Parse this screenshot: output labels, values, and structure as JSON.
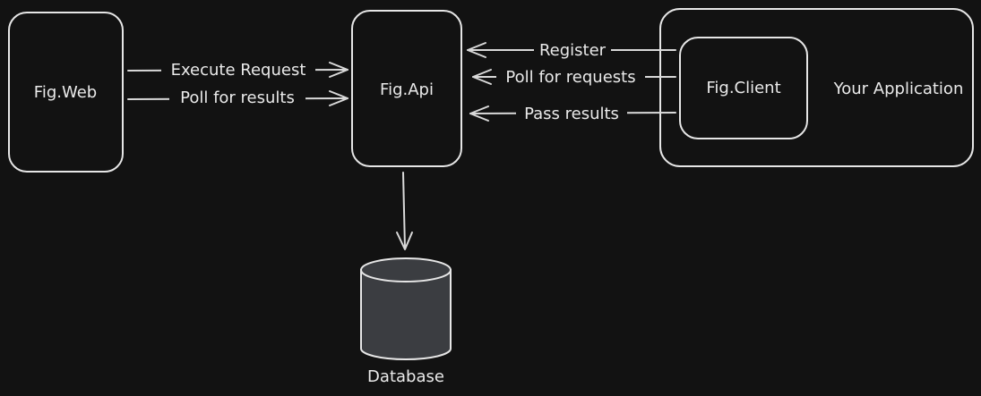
{
  "colors": {
    "background": "#121212",
    "stroke": "#e6e6e6",
    "text": "#eaeaea",
    "database_fill": "#3b3d41"
  },
  "nodes": {
    "fig_web": "Fig.Web",
    "fig_api": "Fig.Api",
    "fig_client": "Fig.Client",
    "your_application": "Your Application",
    "database": "Database"
  },
  "edges": {
    "execute_request": "Execute Request",
    "poll_for_results": "Poll for results",
    "register": "Register",
    "poll_for_requests": "Poll for requests",
    "pass_results": "Pass results"
  }
}
